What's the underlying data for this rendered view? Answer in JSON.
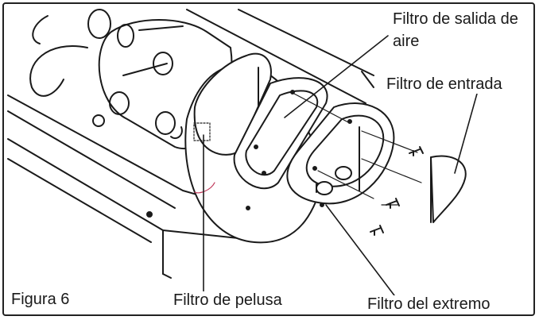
{
  "figure": {
    "caption": "Figura 6",
    "labels": {
      "outlet_filter": "Filtro de salida de aire",
      "inlet_filter": "Filtro de entrada",
      "lint_filter": "Filtro de pelusa",
      "end_filter": "Filtro del extremo"
    }
  }
}
